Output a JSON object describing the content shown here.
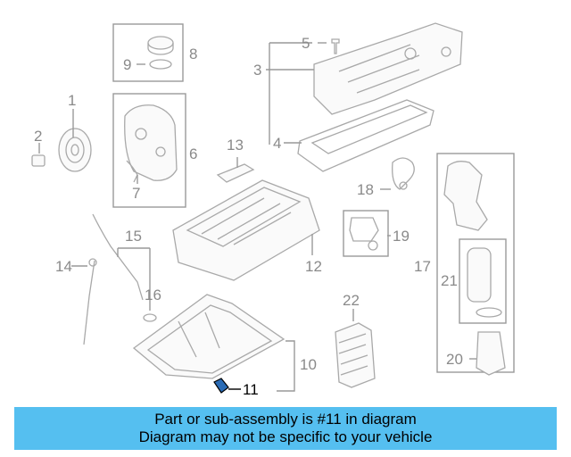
{
  "callouts": {
    "c1": "1",
    "c2": "2",
    "c3": "3",
    "c4": "4",
    "c5": "5",
    "c6": "6",
    "c7": "7",
    "c8": "8",
    "c9": "9",
    "c10": "10",
    "c11": "11",
    "c12": "12",
    "c13": "13",
    "c14": "14",
    "c15": "15",
    "c16": "16",
    "c17": "17",
    "c18": "18",
    "c19": "19",
    "c20": "20",
    "c21": "21",
    "c22": "22"
  },
  "highlight_part": "11",
  "banner": {
    "line1": "Part or sub-assembly is #11 in diagram",
    "line2": "Diagram may not be specific to your vehicle"
  },
  "colors": {
    "banner": "#55bff0",
    "callout_gray": "#8a8a8a",
    "highlight": "#000000"
  }
}
